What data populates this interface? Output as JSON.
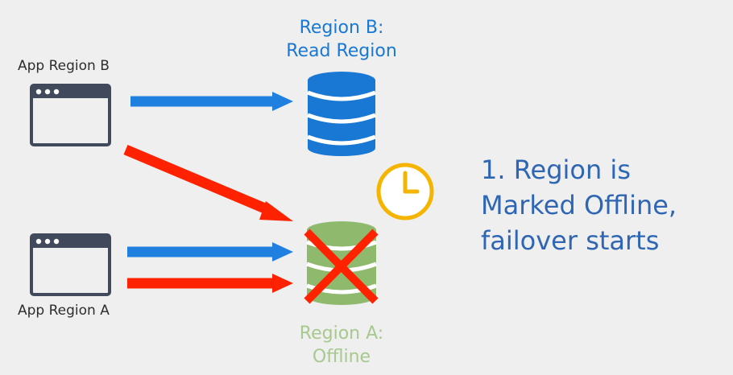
{
  "app_region_b": {
    "label": "App Region B"
  },
  "app_region_a": {
    "label": "App Region A"
  },
  "region_b": {
    "line1": "Region B:",
    "line2": "Read Region"
  },
  "region_a": {
    "line1": "Region A:",
    "line2": "Offline"
  },
  "status": {
    "line1": "1. Region is",
    "line2": "Marked Offline,",
    "line3": "failover starts"
  },
  "colors": {
    "background": "#efeff0",
    "window_frame": "#404a5c",
    "read_db": "#1878d4",
    "offline_db": "#8fba6e",
    "blue_arrow": "#1f80e0",
    "red_arrow": "#ff2200",
    "clock": "#f5b400",
    "status_text": "#2f66b4"
  },
  "icons": [
    "app-window-icon",
    "database-icon",
    "clock-icon",
    "failure-x-icon"
  ]
}
